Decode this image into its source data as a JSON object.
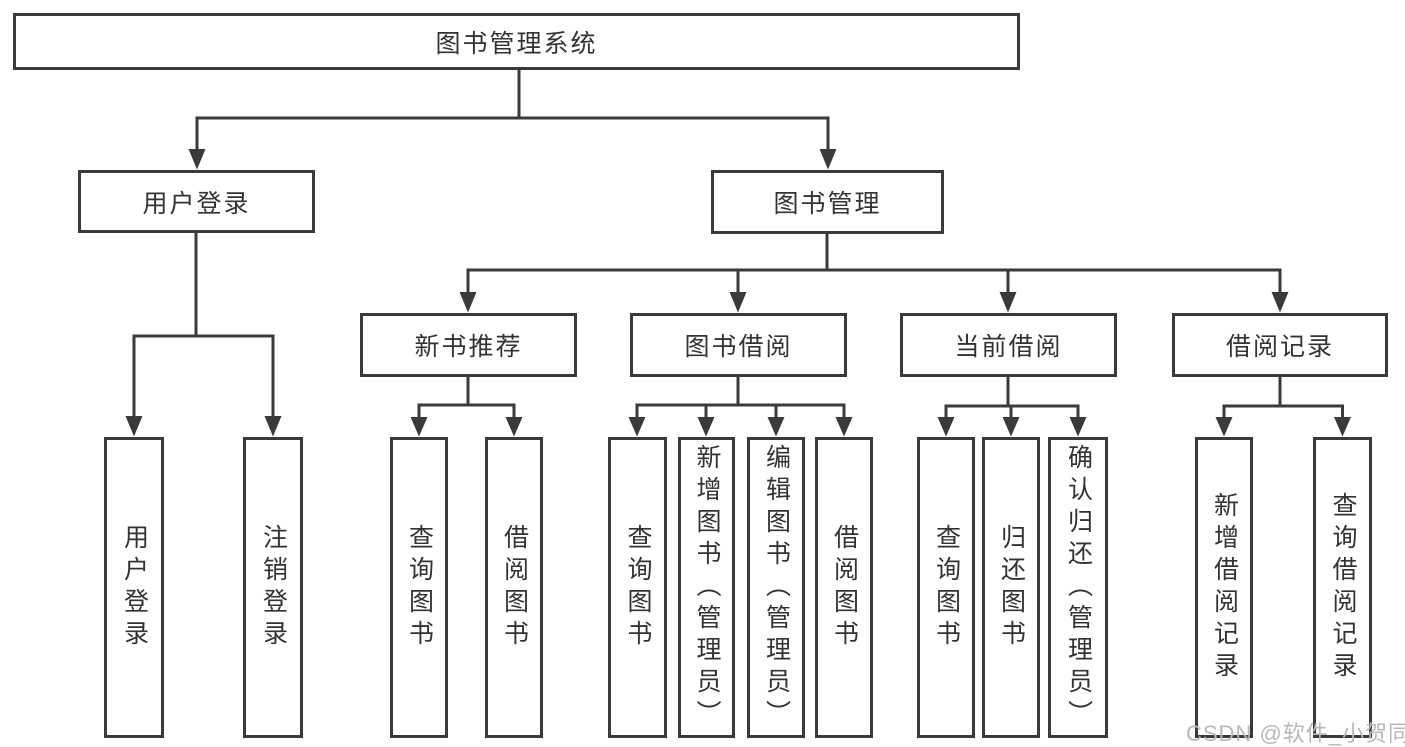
{
  "nodes": {
    "root": "图书管理系统",
    "user_login": "用户登录",
    "book_mgmt": "图书管理",
    "new_book_rec": "新书推荐",
    "book_borrow": "图书借阅",
    "current_borrow": "当前借阅",
    "borrow_records": "借阅记录",
    "leaf_user_login": "用户登录",
    "leaf_logout": "注销登录",
    "leaf_query_book_rec": "查询图书",
    "leaf_borrow_book_rec": "借阅图书",
    "leaf_query_book_borrow": "查询图书",
    "leaf_add_book": "新增图书（管理员）",
    "leaf_edit_book": "编辑图书（管理员）",
    "leaf_borrow_book": "借阅图书",
    "leaf_query_book_current": "查询图书",
    "leaf_return_book": "归还图书",
    "leaf_confirm_return": "确认归还（管理员）",
    "leaf_add_borrow_record": "新增借阅记录",
    "leaf_query_borrow_record": "查询借阅记录"
  },
  "watermark": "CSDN @软件_小贺同学",
  "colors": {
    "line": "#3a3a3a",
    "text": "#333333",
    "watermark": "#b8b8b8",
    "background": "#ffffff"
  }
}
